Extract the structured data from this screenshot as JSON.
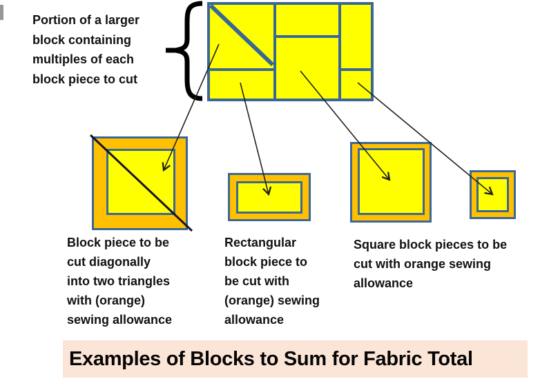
{
  "palette": {
    "block_border_blue": "#3A6795",
    "fabric_yellow": "#FFFF00",
    "allowance_orange": "#FFC000",
    "title_bg_peach": "#FBE5D6",
    "ink_black": "#111111"
  },
  "intro": {
    "lines": [
      "Portion of a larger",
      "block containing",
      "multiples of each",
      "block piece to cut"
    ]
  },
  "pieces": {
    "triangle": {
      "label_lines": [
        "Block piece to be",
        "cut diagonally",
        "into two triangles",
        "with (orange)",
        "sewing allowance"
      ]
    },
    "rectangle": {
      "label_lines": [
        "Rectangular",
        "block piece to",
        "be cut with",
        "(orange) sewing",
        "allowance"
      ]
    },
    "squares": {
      "label_lines": [
        "Square block pieces to be",
        "cut with orange sewing",
        "allowance"
      ]
    }
  },
  "title": {
    "text": "Examples of Blocks to Sum for Fabric Total"
  }
}
